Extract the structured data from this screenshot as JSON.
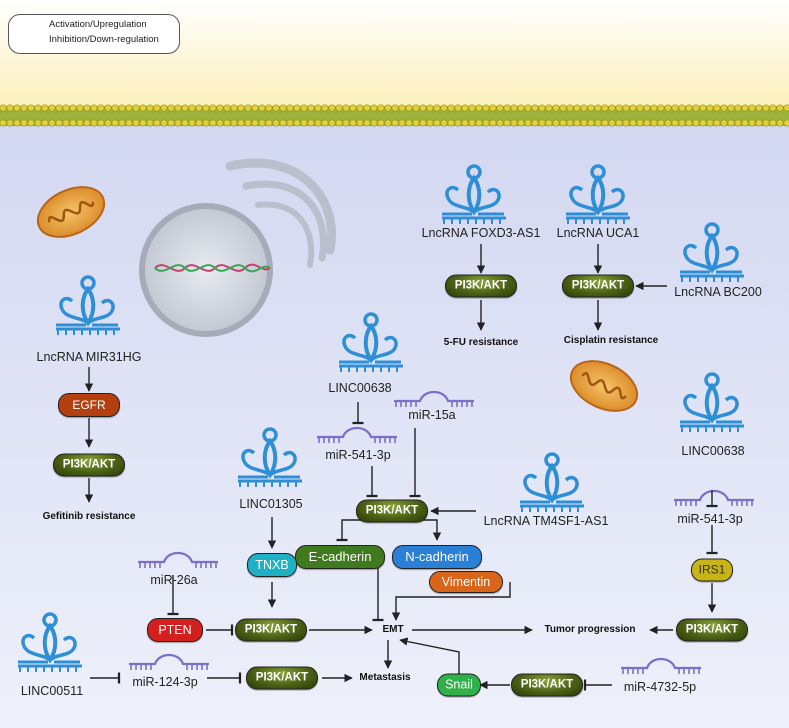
{
  "legend": {
    "activation": "Activation/Upregulation",
    "inhibition": "Inhibition/Down-regulation"
  },
  "nodes": {
    "mir31hg": "LncRNA MIR31HG",
    "egfr": "EGFR",
    "pi3k_left": "PI3K/AKT",
    "gefitinib": "Gefitinib resistance",
    "foxd3": "LncRNA FOXD3-AS1",
    "pi3k_foxd3": "PI3K/AKT",
    "fu_res": "5-FU resistance",
    "uca1": "LncRNA UCA1",
    "pi3k_uca1": "PI3K/AKT",
    "bc200": "LncRNA BC200",
    "cisplatin": "Cisplatin resistance",
    "linc00638_a": "LINC00638",
    "mir541_a": "miR-541-3p",
    "mir15a": "miR-15a",
    "pi3k_center": "PI3K/AKT",
    "tm4sf1": "LncRNA TM4SF1-AS1",
    "ecadherin": "E-cadherin",
    "ncadherin": "N-cadherin",
    "vimentin": "Vimentin",
    "linc01305": "LINC01305",
    "tnxb": "TNXB",
    "mir26a": "miR-26a",
    "pten": "PTEN",
    "pi3k_tnxb": "PI3K/AKT",
    "emt": "EMT",
    "metastasis": "Metastasis",
    "tumor": "Tumor progression",
    "linc00638_b": "LINC00638",
    "mir541_b": "miR-541-3p",
    "irs1": "IRS1",
    "pi3k_right": "PI3K/AKT",
    "linc00511": "LINC00511",
    "mir124": "miR-124-3p",
    "pi3k_bottom": "PI3K/AKT",
    "snail": "Snail",
    "pi3k_snail": "PI3K/AKT",
    "mir4732": "miR-4732-5p"
  },
  "colors": {
    "lncrna": "#2f8fd6",
    "mirna": "#7b6fc9",
    "pi3k": "#4b6116",
    "egfr": "#b4400f",
    "pten": "#d41f1f",
    "tnxb": "#1fb0c4",
    "ecadherin": "#3f7a1e",
    "ncadherin": "#2a7fd6",
    "vimentin": "#d8651a",
    "irs1": "#c9b416",
    "snail": "#2fb04a"
  }
}
